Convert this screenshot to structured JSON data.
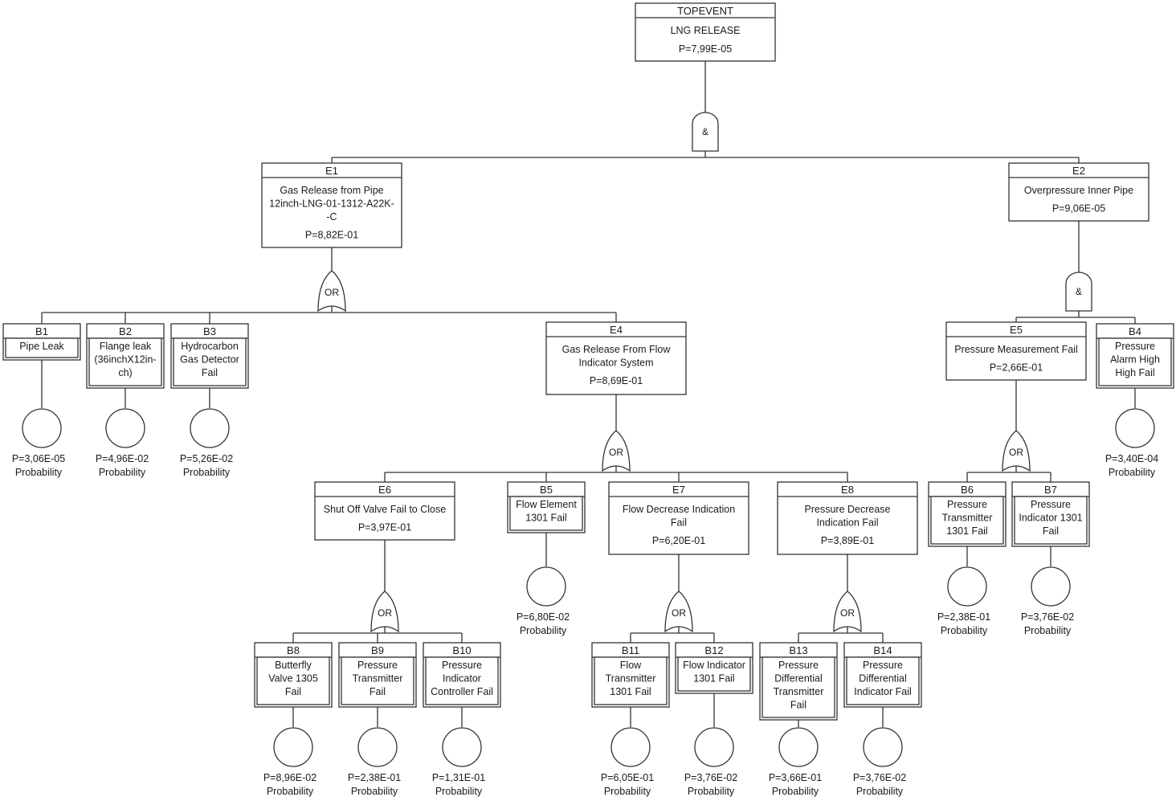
{
  "top_event": {
    "id": "TOPEVENT",
    "label": "LNG RELEASE",
    "prob": "P=7,99E-05",
    "gate": "&"
  },
  "intermediate_events": [
    {
      "id": "E1",
      "lines": [
        "Gas Release from Pipe",
        "12inch-LNG-01-1312-A22K-",
        "-C"
      ],
      "prob": "P=8,82E-01",
      "gate": "OR"
    },
    {
      "id": "E2",
      "lines": [
        "Overpressure Inner Pipe"
      ],
      "prob": "P=9,06E-05",
      "gate": "&"
    },
    {
      "id": "E4",
      "lines": [
        "Gas Release From Flow",
        "Indicator System"
      ],
      "prob": "P=8,69E-01",
      "gate": "OR"
    },
    {
      "id": "E5",
      "lines": [
        "Pressure Measurement Fail"
      ],
      "prob": "P=2,66E-01",
      "gate": "OR"
    },
    {
      "id": "E6",
      "lines": [
        "Shut Off Valve Fail to Close"
      ],
      "prob": "P=3,97E-01",
      "gate": "OR"
    },
    {
      "id": "E7",
      "lines": [
        "Flow Decrease Indication",
        "Fail"
      ],
      "prob": "P=6,20E-01",
      "gate": "OR"
    },
    {
      "id": "E8",
      "lines": [
        "Pressure Decrease",
        "Indication Fail"
      ],
      "prob": "P=3,89E-01",
      "gate": "OR"
    }
  ],
  "basic_events": [
    {
      "id": "B1",
      "lines": [
        "Pipe Leak"
      ],
      "prob": "P=3,06E-05",
      "prob_label": "Probability"
    },
    {
      "id": "B2",
      "lines": [
        "Flange leak",
        "(36inchX12in-",
        "ch)"
      ],
      "prob": "P=4,96E-02",
      "prob_label": "Probability"
    },
    {
      "id": "B3",
      "lines": [
        "Hydrocarbon",
        "Gas Detector",
        "Fail"
      ],
      "prob": "P=5,26E-02",
      "prob_label": "Probability"
    },
    {
      "id": "B4",
      "lines": [
        "Pressure",
        "Alarm High",
        "High Fail"
      ],
      "prob": "P=3,40E-04",
      "prob_label": "Probability"
    },
    {
      "id": "B5",
      "lines": [
        "Flow Element",
        "1301 Fail"
      ],
      "prob": "P=6,80E-02",
      "prob_label": "Probability"
    },
    {
      "id": "B6",
      "lines": [
        "Pressure",
        "Transmitter",
        "1301 Fail"
      ],
      "prob": "P=2,38E-01",
      "prob_label": "Probability"
    },
    {
      "id": "B7",
      "lines": [
        "Pressure",
        "Indicator 1301",
        "Fail"
      ],
      "prob": "P=3,76E-02",
      "prob_label": "Probability"
    },
    {
      "id": "B8",
      "lines": [
        "Butterfly",
        "Valve 1305",
        "Fail"
      ],
      "prob": "P=8,96E-02",
      "prob_label": "Probability"
    },
    {
      "id": "B9",
      "lines": [
        "Pressure",
        "Transmitter",
        "Fail"
      ],
      "prob": "P=2,38E-01",
      "prob_label": "Probability"
    },
    {
      "id": "B10",
      "lines": [
        "Pressure",
        "Indicator",
        "Controller Fail"
      ],
      "prob": "P=1,31E-01",
      "prob_label": "Probability"
    },
    {
      "id": "B11",
      "lines": [
        "Flow",
        "Transmitter",
        "1301 Fail"
      ],
      "prob": "P=6,05E-01",
      "prob_label": "Probability"
    },
    {
      "id": "B12",
      "lines": [
        "Flow Indicator",
        "1301 Fail"
      ],
      "prob": "P=3,76E-02",
      "prob_label": "Probability"
    },
    {
      "id": "B13",
      "lines": [
        "Pressure",
        "Differential",
        "Transmitter",
        "Fail"
      ],
      "prob": "P=3,66E-01",
      "prob_label": "Probability"
    },
    {
      "id": "B14",
      "lines": [
        "Pressure",
        "Differential",
        "Indicator Fail"
      ],
      "prob": "P=3,76E-02",
      "prob_label": "Probability"
    }
  ]
}
